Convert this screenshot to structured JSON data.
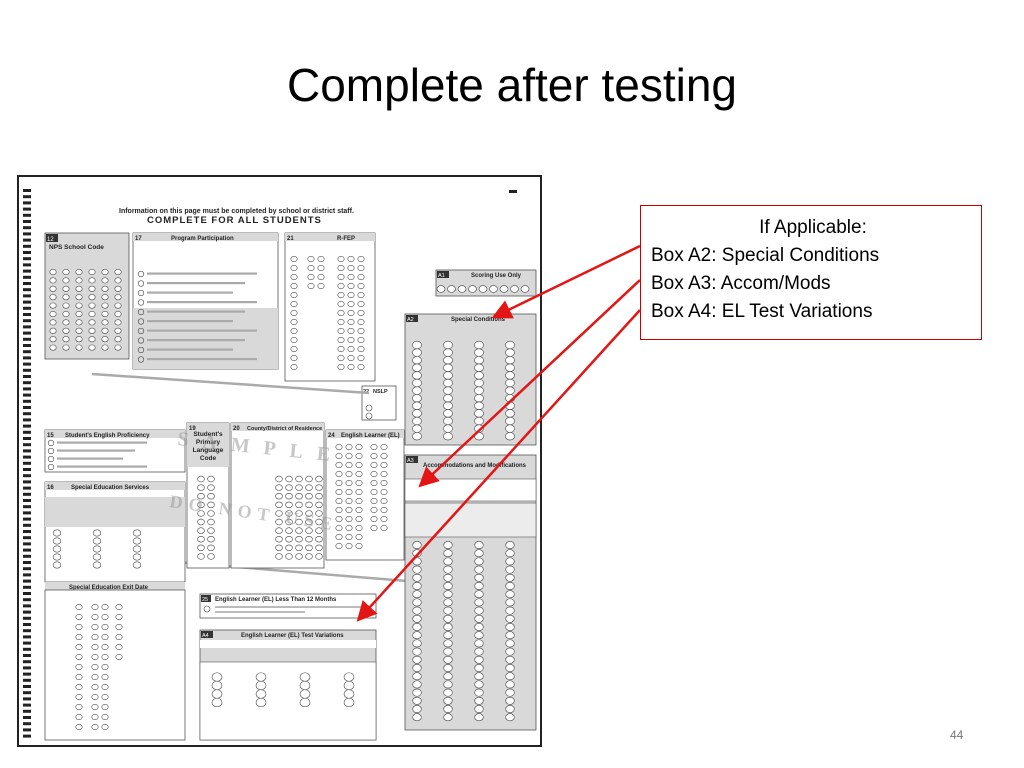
{
  "slide": {
    "title": "Complete after testing",
    "page_number": "44"
  },
  "callout": {
    "heading": "If Applicable:",
    "lines": [
      "Box A2: Special Conditions",
      "Box A3: Accom/Mods",
      "Box A4: EL Test Variations"
    ]
  },
  "form": {
    "header_line1": "Information on this page must be completed by school or district staff.",
    "header_line2": "COMPLETE FOR ALL STUDENTS",
    "box12_num": "12",
    "box12_title": "NPS School Code",
    "box17_num": "17",
    "box17_title": "Program Participation",
    "box21_num": "21",
    "box21_title": "R-FEP",
    "a1_num": "A1",
    "a1_title": "Scoring Use Only",
    "a2_num": "A2",
    "a2_title": "Special Conditions",
    "a3_num": "A3",
    "a3_title": "Accommodations and Modifications",
    "a4_num": "A4",
    "a4_title": "English Learner (EL) Test Variations",
    "box15_num": "15",
    "box15_title": "Student's English Proficiency",
    "box16_num": "16",
    "box16_title": "Special Education Services",
    "box19_num": "19",
    "box19_title": "Student's Primary Language Code",
    "box20_num": "20",
    "box20_title": "County/District of Residence",
    "box22_num": "22",
    "box22_title": "NSLP",
    "box24_num": "24",
    "box24_title": "English Learner (EL)",
    "box25_num": "25",
    "box25_title": "English Learner (EL) Less Than 12 Months",
    "exit_title": "Special Education Exit Date",
    "sample_text": "SAMPLE",
    "do_not_use": "DO NOT USE"
  }
}
